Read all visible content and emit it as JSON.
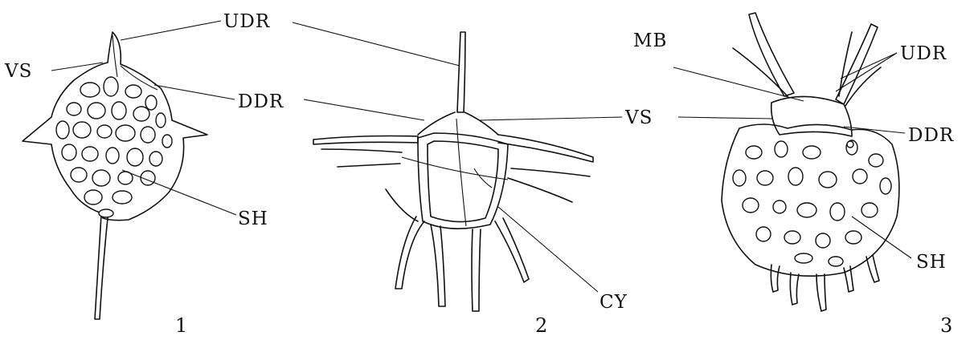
{
  "labels": {
    "udr": "UDR",
    "vs": "VS",
    "ddr": "DDR",
    "sh": "SH",
    "mb": "MB",
    "cy": "CY"
  },
  "figure_numbers": [
    "1",
    "2",
    "3"
  ],
  "colors": {
    "ink": "#111111",
    "background": "#ffffff"
  }
}
